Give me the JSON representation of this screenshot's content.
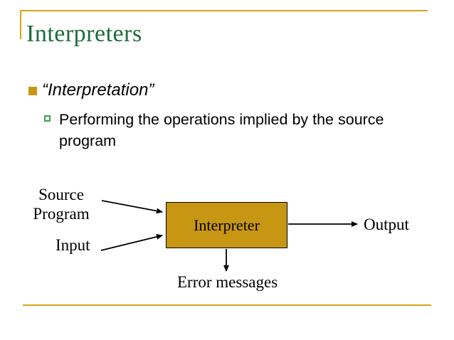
{
  "slide": {
    "title": "Interpreters",
    "bullets": [
      {
        "level": 1,
        "text": "“Interpretation”"
      },
      {
        "level": 2,
        "text": "Performing the operations implied by the source program"
      }
    ],
    "diagram": {
      "source_program_label": "Source Program",
      "input_label": "Input",
      "interpreter_label": "Interpreter",
      "output_label": "Output",
      "error_label": "Error messages"
    },
    "colors": {
      "accent_gold": "#D7A514",
      "box_gold": "#C79612",
      "title_green": "#1E6B3C",
      "bullet2_green": "#3FA045",
      "text_black": "#000000"
    }
  }
}
